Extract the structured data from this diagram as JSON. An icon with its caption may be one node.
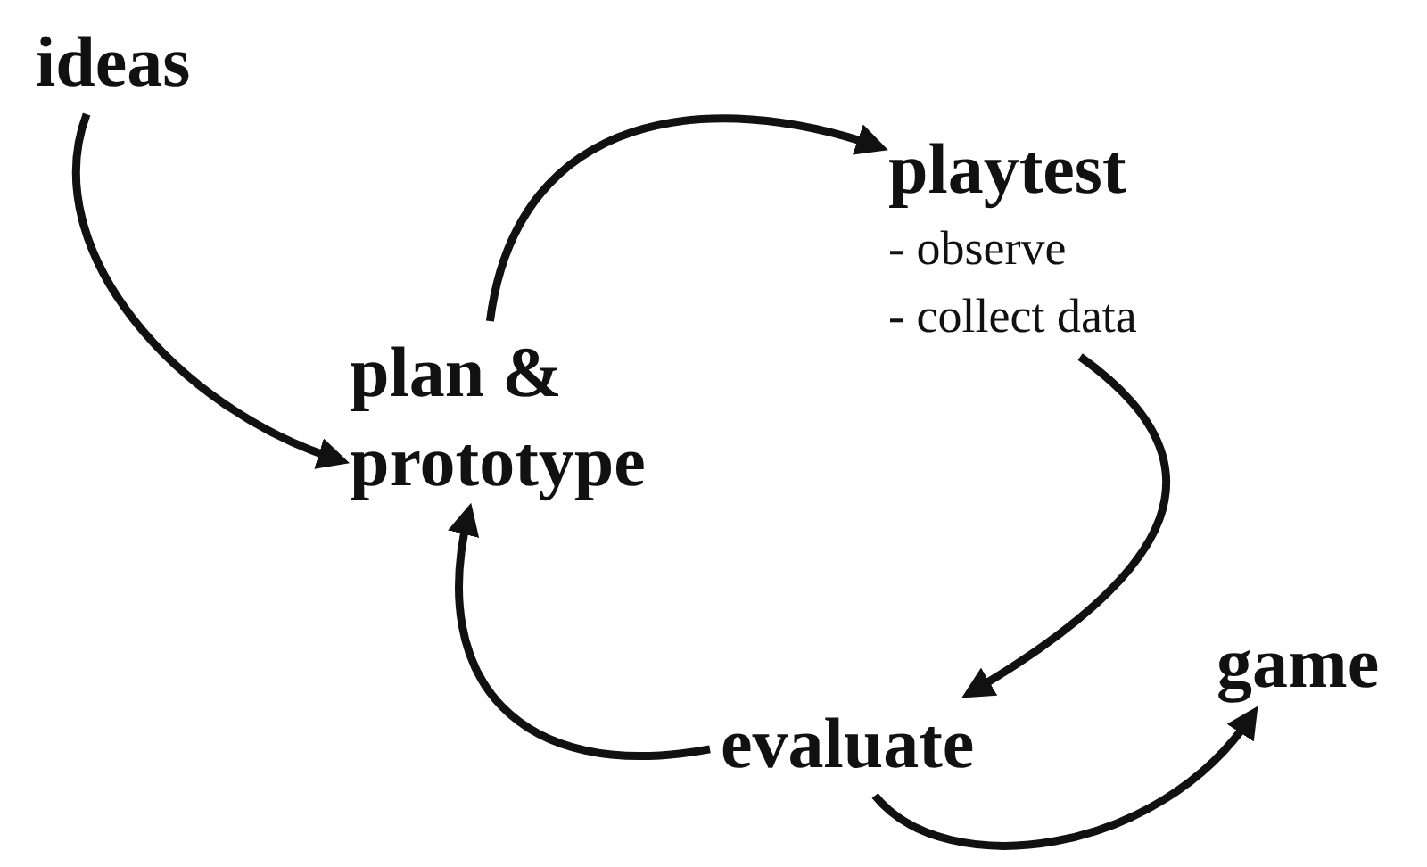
{
  "diagram": {
    "nodes": [
      {
        "text": [
          "ideas"
        ]
      },
      {
        "text": [
          "plan & prototype"
        ]
      },
      {
        "text": [
          "playtest",
          "- observe",
          "- collect data"
        ]
      },
      {
        "text": [
          "evaluate"
        ]
      },
      {
        "text": [
          "game"
        ]
      }
    ],
    "edges": [
      {
        "from": 0,
        "to": 1,
        "arrow": "to"
      },
      {
        "from": 1,
        "to": 2,
        "arrow": "to"
      },
      {
        "from": 2,
        "to": 3,
        "arrow": "to"
      },
      {
        "from": 3,
        "to": 1,
        "arrow": "to"
      },
      {
        "from": 3,
        "to": 4,
        "arrow": "to"
      }
    ]
  }
}
